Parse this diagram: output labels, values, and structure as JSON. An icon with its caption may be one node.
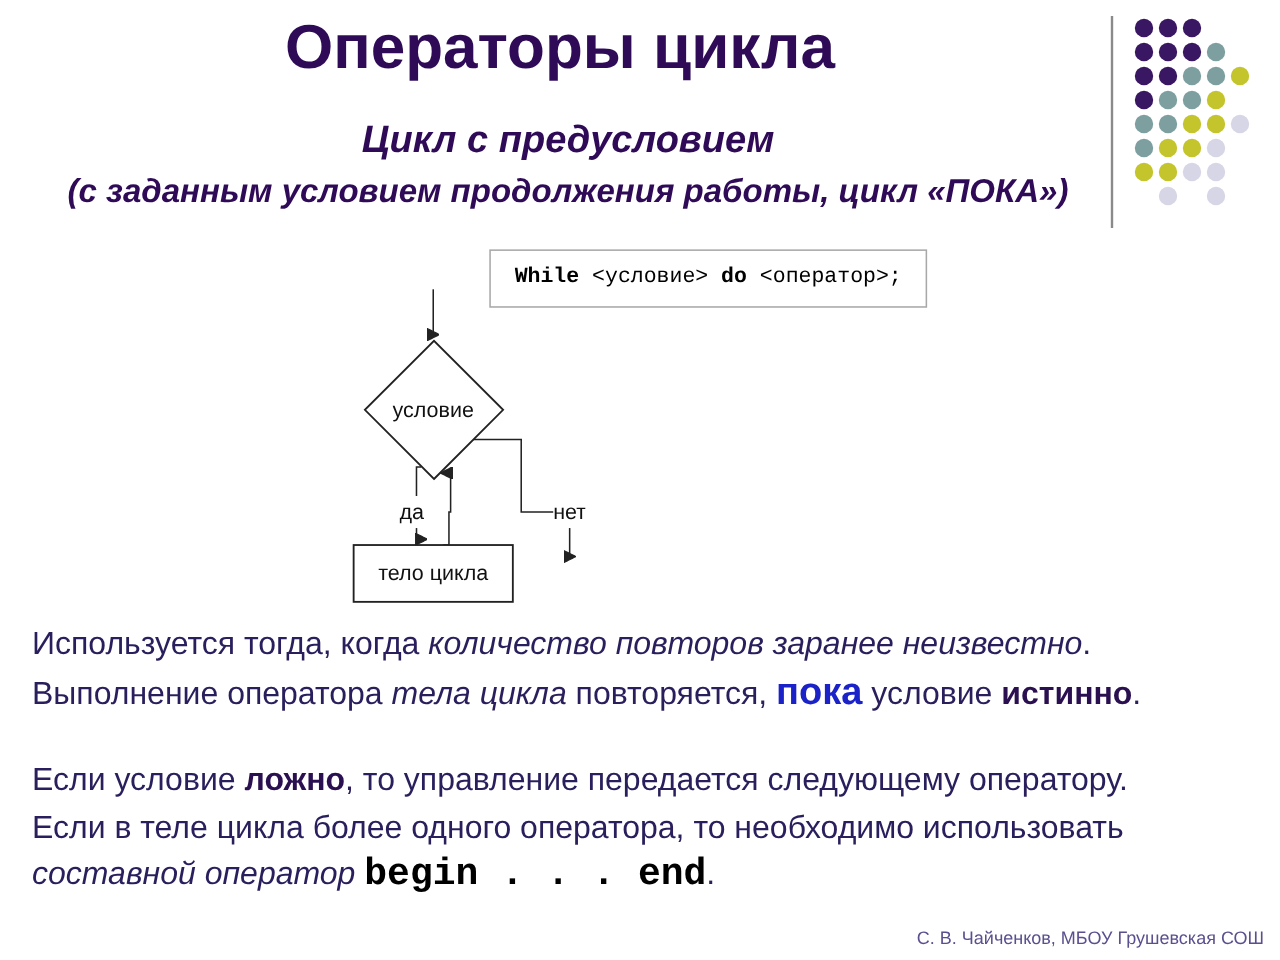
{
  "diagram": {
    "title": "Операторы цикла",
    "nodes": [
      {
        "text": [
          "условие"
        ]
      },
      {
        "text": [
          "**While** <условие> **do** <оператор>;"
        ]
      },
      {
        "text": [
          "тело цикла"
        ]
      }
    ],
    "edges": [
      {
        "from": null,
        "to": 0,
        "arrow": "to"
      },
      {
        "from": 0,
        "to": 2,
        "arrow": "to",
        "label": "да"
      },
      {
        "from": 2,
        "to": 0,
        "arrow": "to"
      },
      {
        "from": 0,
        "to": null,
        "arrow": "to",
        "label": "нет"
      }
    ],
    "labels": [
      "Цикл с предусловием",
      "(с заданным условием продолжения работы, цикл «ПОКА»)",
      "Используется тогда, когда *количество повторов заранее неизвестно*.",
      "Выполнение оператора *тела цикла* повторяется, **пока** условие **истинно**.",
      "Если условие **ложно**, то управление передается следующему оператору.",
      "Если в теле цикла более одного оператора, то необходимо использовать *составной оператор* **begin . . . end**.",
      "С. В. Чайченков, МБОУ Грушевская СОШ"
    ]
  }
}
